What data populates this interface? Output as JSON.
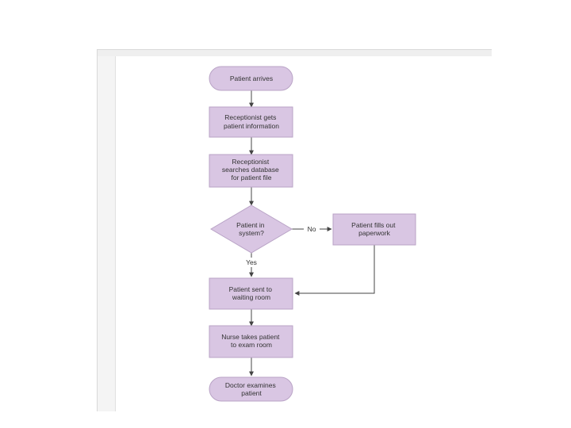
{
  "colors": {
    "node_fill": "#d9c6e3",
    "node_stroke": "#b9a3c6",
    "edge": "#444444"
  },
  "nodes": {
    "start": {
      "lines": [
        "Patient arrives"
      ]
    },
    "get_info": {
      "lines": [
        "Receptionist gets",
        "patient information"
      ]
    },
    "search_db": {
      "lines": [
        "Receptionist",
        "searches database",
        "for patient file"
      ]
    },
    "decision": {
      "lines": [
        "Patient in",
        "system?"
      ]
    },
    "paperwork": {
      "lines": [
        "Patient fills out",
        "paperwork"
      ]
    },
    "waiting": {
      "lines": [
        "Patient sent to",
        "waiting room"
      ]
    },
    "nurse": {
      "lines": [
        "Nurse takes patient",
        "to exam room"
      ]
    },
    "doctor": {
      "lines": [
        "Doctor examines",
        "patient"
      ]
    }
  },
  "edges": {
    "no_label": "No",
    "yes_label": "Yes"
  }
}
